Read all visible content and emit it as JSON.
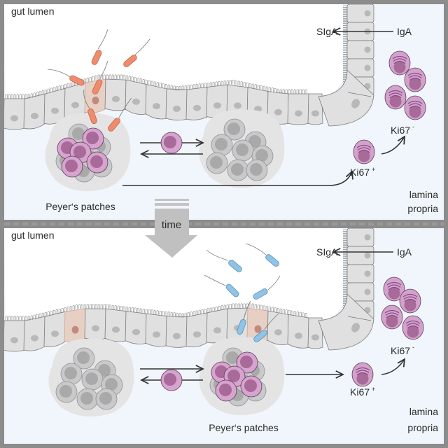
{
  "colors": {
    "frame": "#8c8c8c",
    "lumen": "#ffffff",
    "lamina": "#f0f6fb",
    "cell_fill": "#e0e0e0",
    "cell_stroke": "#7a7a7a",
    "nucleus": "#b8b8b8",
    "m_cell": "#e8cfc4",
    "m_nucleus": "#c08a7c",
    "patch_bg": "#e4e4e4",
    "b_cell_gray": "#c9c9c9",
    "b_cell_gray_core": "#a9a9a9",
    "b_cell_gray_stroke": "#8f8f9c",
    "b_cell_pink": "#d7a3cf",
    "b_cell_pink_core": "#a86a98",
    "b_cell_pink_stroke": "#5c3c58",
    "plasma_fill": "#d3a2cc",
    "plasma_lines": "#8a4d87",
    "bacteria_orange": "#ef8c6e",
    "bacteria_orange_stroke": "#c0664c",
    "bacteria_blue": "#8fc4e6",
    "bacteria_blue_stroke": "#5a8fb8",
    "arrow": "#333333",
    "time_arrow": "#bdbdbd",
    "divider": "#999999",
    "text": "#2a2a2a"
  },
  "panels": [
    {
      "id": "before",
      "lumen_label": "gut lumen",
      "siga_label": "SIgA",
      "iga_label": "IgA",
      "ki67_neg_label": "Ki67",
      "ki67_neg_sup": "-",
      "ki67_pos_label": "Ki67",
      "ki67_pos_sup": "+",
      "lamina_label_1": "lamina",
      "lamina_label_2": "propria",
      "peyers_label": "Peyer‘s patches",
      "bacteria_type": "orange"
    },
    {
      "id": "after",
      "lumen_label": "gut lumen",
      "siga_label": "SIgA",
      "iga_label": "IgA",
      "ki67_neg_label": "Ki67",
      "ki67_neg_sup": "-",
      "ki67_pos_label": "Ki67",
      "ki67_pos_sup": "+",
      "lamina_label_1": "lamina",
      "lamina_label_2": "propria",
      "peyers_label": "Peyer‘s patches",
      "bacteria_type": "blue"
    }
  ],
  "time_label": "time"
}
